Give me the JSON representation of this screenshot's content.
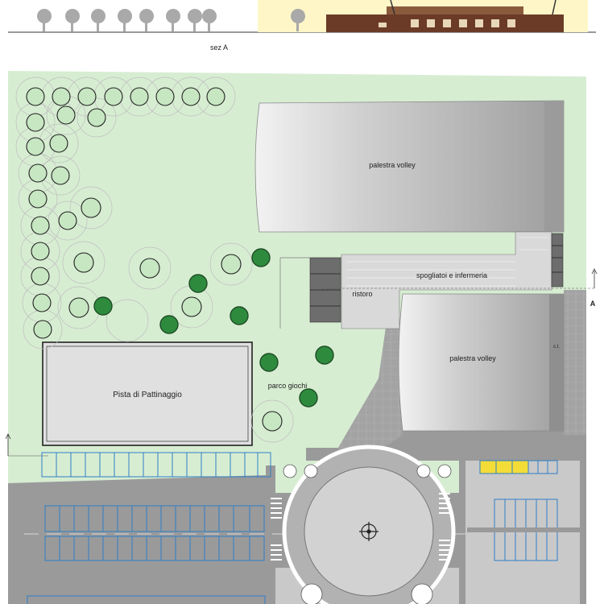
{
  "section": {
    "label": "sez A"
  },
  "buildings": {
    "volley_top": "palestra volley",
    "volley_bottom": "palestra volley",
    "changing": "spogliatoi e infermeria",
    "ristoro": "ristoro",
    "ct": "c.t."
  },
  "areas": {
    "skating": "Pista di Pattinaggio",
    "playground": "parco giochi"
  },
  "markers": {
    "section_arrow": "A"
  },
  "colors": {
    "grass": "#d7edd2",
    "paving": "#9a9a9b",
    "parking_stripe": "#2f7fc6",
    "tree_dark": "#2e8b3e",
    "building_roof": "#b9b9b9",
    "elevation_yellow": "#fff6c8",
    "elevation_brown": "#6b3b27",
    "disabled_parking": "#f3dc38"
  }
}
